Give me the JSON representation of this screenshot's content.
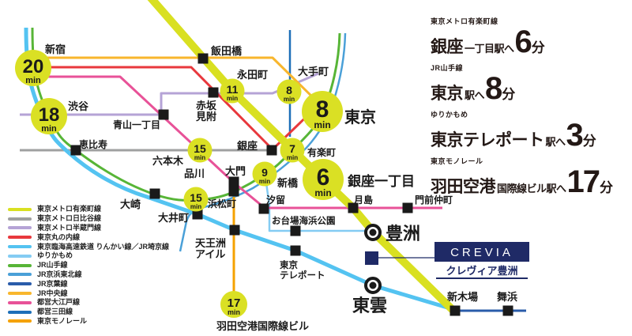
{
  "access_panel": {
    "routes": [
      {
        "line": "東京メトロ有楽町線",
        "station": "銀座",
        "suffix": "一丁目駅へ",
        "minutes": "6",
        "unit": "分"
      },
      {
        "line": "JR山手線",
        "station": "東京",
        "suffix": "駅へ",
        "minutes": "8",
        "unit": "分"
      },
      {
        "line": "ゆりかもめ",
        "station": "東京テレポート",
        "suffix": "駅へ",
        "minutes": "3",
        "unit": "分"
      },
      {
        "line": "東京モノレール",
        "station": "羽田空港",
        "suffix": "国際線ビル駅へ",
        "minutes": "17",
        "unit": "分"
      }
    ]
  },
  "legend": {
    "items": [
      {
        "label": "東京メトロ有楽町線",
        "color": "#d9e021"
      },
      {
        "label": "東京メトロ日比谷線",
        "color": "#9fa0a0"
      },
      {
        "label": "東京メトロ半蔵門線",
        "color": "#b5a3d6"
      },
      {
        "label": "東京丸の内線",
        "color": "#e8383d"
      },
      {
        "label": "東京臨海高速鉄道 りんかい線／JR埼京線",
        "color": "#54c3f1"
      },
      {
        "label": "ゆりかもめ",
        "color": "#84ccf3"
      },
      {
        "label": "JR山手線",
        "color": "#57b537"
      },
      {
        "label": "JR京浜東北線",
        "color": "#4aa0d8"
      },
      {
        "label": "JR京葉線",
        "color": "#2a5caa"
      },
      {
        "label": "JR中央線",
        "color": "#f8b62d"
      },
      {
        "label": "都営大江戸線",
        "color": "#e85298"
      },
      {
        "label": "都営三田線",
        "color": "#1d6fb8"
      },
      {
        "label": "東京モノレール",
        "color": "#f5a200"
      }
    ]
  },
  "map": {
    "stations": {
      "shinjuku": {
        "label": "新宿"
      },
      "shibuya": {
        "label": "渋谷"
      },
      "ebisu": {
        "label": "恵比寿"
      },
      "aoyama_itchome": {
        "label": "青山一丁目"
      },
      "roppongi": {
        "label": "六本木"
      },
      "akasaka_mitsuke": {
        "label_top": "赤坂",
        "label_bottom": "見附"
      },
      "iidabashi": {
        "label": "飯田橋"
      },
      "nagatacho": {
        "label": "永田町"
      },
      "otemachi": {
        "label": "大手町"
      },
      "tokyo": {
        "label": "東京"
      },
      "ginza": {
        "label": "銀座"
      },
      "yurakucho": {
        "label": "有楽町"
      },
      "ginza_itchome": {
        "label": "銀座一丁目"
      },
      "shimbashi": {
        "label": "新橋"
      },
      "daimon": {
        "label": "大門"
      },
      "hamamatsucho": {
        "label": "浜松町"
      },
      "shiodome": {
        "label": "汐留"
      },
      "shinagawa": {
        "label": "品川"
      },
      "osaki": {
        "label": "大崎"
      },
      "oimachi": {
        "label": "大井町"
      },
      "tennozu_isle": {
        "label_top": "天王洲",
        "label_bottom": "アイル"
      },
      "tsukishima": {
        "label": "月島"
      },
      "monzen_nakacho": {
        "label": "門前仲町"
      },
      "odaiba_kaihin_koen": {
        "label": "お台場海浜公園"
      },
      "tokyo_teleport": {
        "label_top": "東京",
        "label_bottom": "テレポート"
      },
      "toyosu": {
        "label": "豊洲"
      },
      "shinonome": {
        "label": "東雲"
      },
      "shin_kiba": {
        "label": "新木場"
      },
      "maihama": {
        "label": "舞浜"
      },
      "haneda_kokusaisen": {
        "label": "羽田空港国際線ビル"
      }
    },
    "badges": {
      "shinjuku": {
        "value": "20",
        "unit": "min"
      },
      "shibuya": {
        "value": "18",
        "unit": "min"
      },
      "nagatacho": {
        "value": "11",
        "unit": "min"
      },
      "otemachi": {
        "value": "8",
        "unit": "min"
      },
      "tokyo": {
        "value": "8",
        "unit": "min"
      },
      "yurakucho": {
        "value": "7",
        "unit": "min"
      },
      "roppongi": {
        "value": "15",
        "unit": "min"
      },
      "shimbashi": {
        "value": "9",
        "unit": "min"
      },
      "ginza_itchome": {
        "value": "6",
        "unit": "min"
      },
      "shinagawa": {
        "value": "15",
        "unit": "min"
      },
      "haneda": {
        "value": "17",
        "unit": "min"
      }
    },
    "crevia": {
      "logo": "CREVIA",
      "name": "クレヴィア豊洲"
    }
  },
  "colors": {
    "badge_yellow": "#dae024",
    "navy": "#1f2a66",
    "text": "#231815"
  }
}
